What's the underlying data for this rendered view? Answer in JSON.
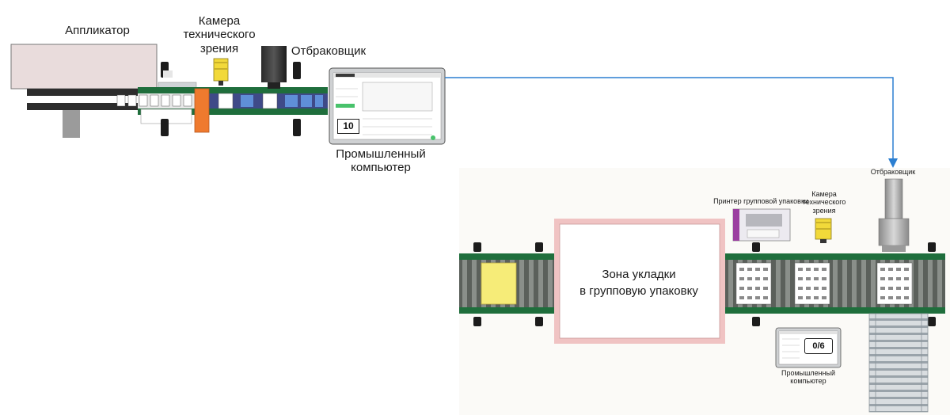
{
  "top_line": {
    "labels": {
      "applicator": "Аппликатор",
      "camera": "Камера\nтехнического\nзрения",
      "rejector": "Отбраковщик",
      "computer": "Промышленный\nкомпьютер"
    },
    "hmi": {
      "counter": "10"
    }
  },
  "bottom_line": {
    "labels": {
      "group_printer": "Принтер групповой упаковки",
      "camera": "Камера\nтехнического\nзрения",
      "rejector": "Отбраковщик",
      "computer": "Промышленный\nкомпьютер"
    },
    "zone_label": "Зона укладки\nв групповую упаковку",
    "hmi": {
      "counter": "0/6"
    }
  },
  "colors": {
    "conveyor_green": "#1f6e3c",
    "connector_blue": "#2b7fd1",
    "camera_yellow": "#f2d93a",
    "orange_unit": "#ef7a2e",
    "pink_zone": "#f0c3c3",
    "yellow_box": "#f6ec78",
    "printer_purple": "#9b3fa0"
  }
}
